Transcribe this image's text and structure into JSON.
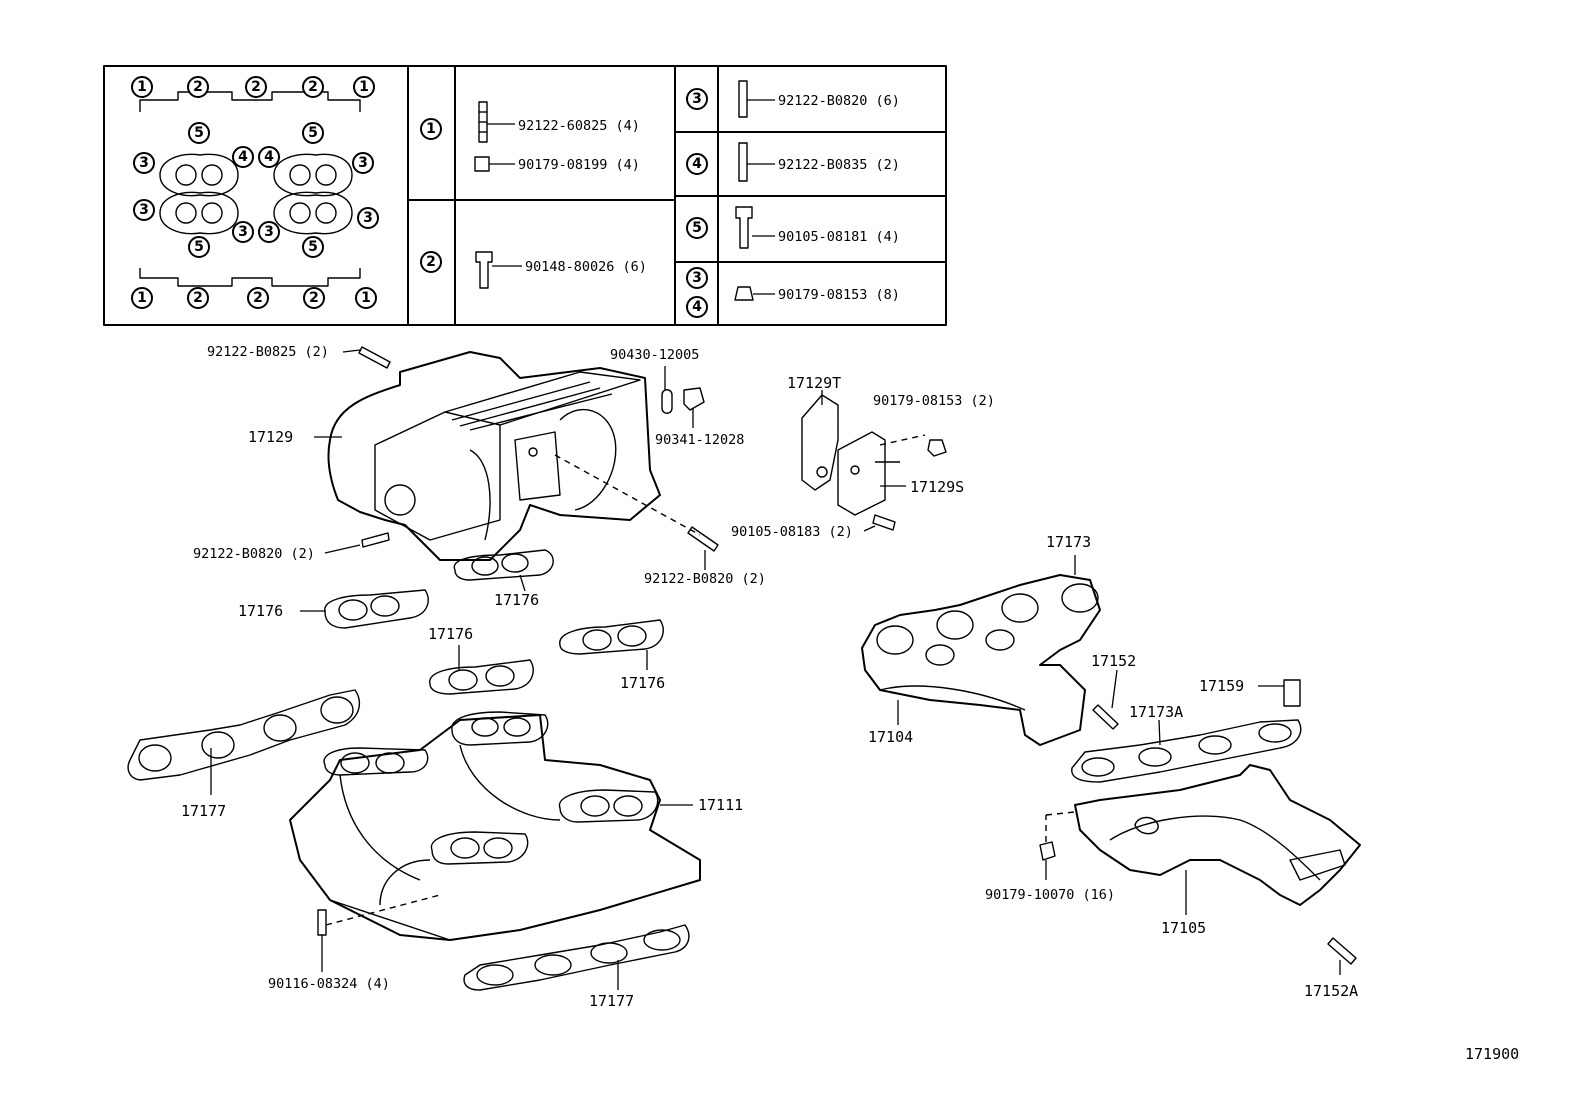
{
  "legend": {
    "rows": [
      {
        "key": "1",
        "parts": [
          "92122-60825 (4)",
          "90179-08199 (4)"
        ]
      },
      {
        "key": "2",
        "parts": [
          "90148-80026 (6)"
        ]
      },
      {
        "key": "3",
        "parts": [
          "92122-B0820 (6)"
        ]
      },
      {
        "key": "4",
        "parts": [
          "92122-B0835 (2)"
        ]
      },
      {
        "key": "5",
        "parts": [
          "90105-08181 (4)"
        ]
      },
      {
        "key": "3/4",
        "parts": [
          "90179-08153 (8)"
        ]
      }
    ],
    "layout_markers": {
      "top_row": [
        "1",
        "2",
        "2",
        "2",
        "1"
      ],
      "row2": [
        "5",
        "5"
      ],
      "row3": [
        "3",
        "4",
        "4",
        "3"
      ],
      "row4": [
        "3",
        "3"
      ],
      "row5": [
        "5",
        "3",
        "3",
        "5"
      ],
      "bottom_row": [
        "1",
        "2",
        "2",
        "2",
        "1"
      ]
    }
  },
  "callouts": {
    "b0825_top": "92122-B0825 (2)",
    "p17129": "17129",
    "p90430": "90430-12005",
    "p90341": "90341-12028",
    "p17129T": "17129T",
    "p90179_08153": "90179-08153 (2)",
    "p17129S": "17129S",
    "p90105_08183": "90105-08183 (2)",
    "b0820_left": "92122-B0820 (2)",
    "b0820_right": "92122-B0820 (2)",
    "p17176_a": "17176",
    "p17176_b": "17176",
    "p17176_c": "17176",
    "p17176_d": "17176",
    "p17173": "17173",
    "p17152": "17152",
    "p17159": "17159",
    "p17104": "17104",
    "p17173A": "17173A",
    "p17177_a": "17177",
    "p17111": "17111",
    "p90179_10070": "90179-10070 (16)",
    "p17105": "17105",
    "p90116": "90116-08324 (4)",
    "p17177_b": "17177",
    "p17152A": "17152A"
  },
  "figure_number": "171900"
}
